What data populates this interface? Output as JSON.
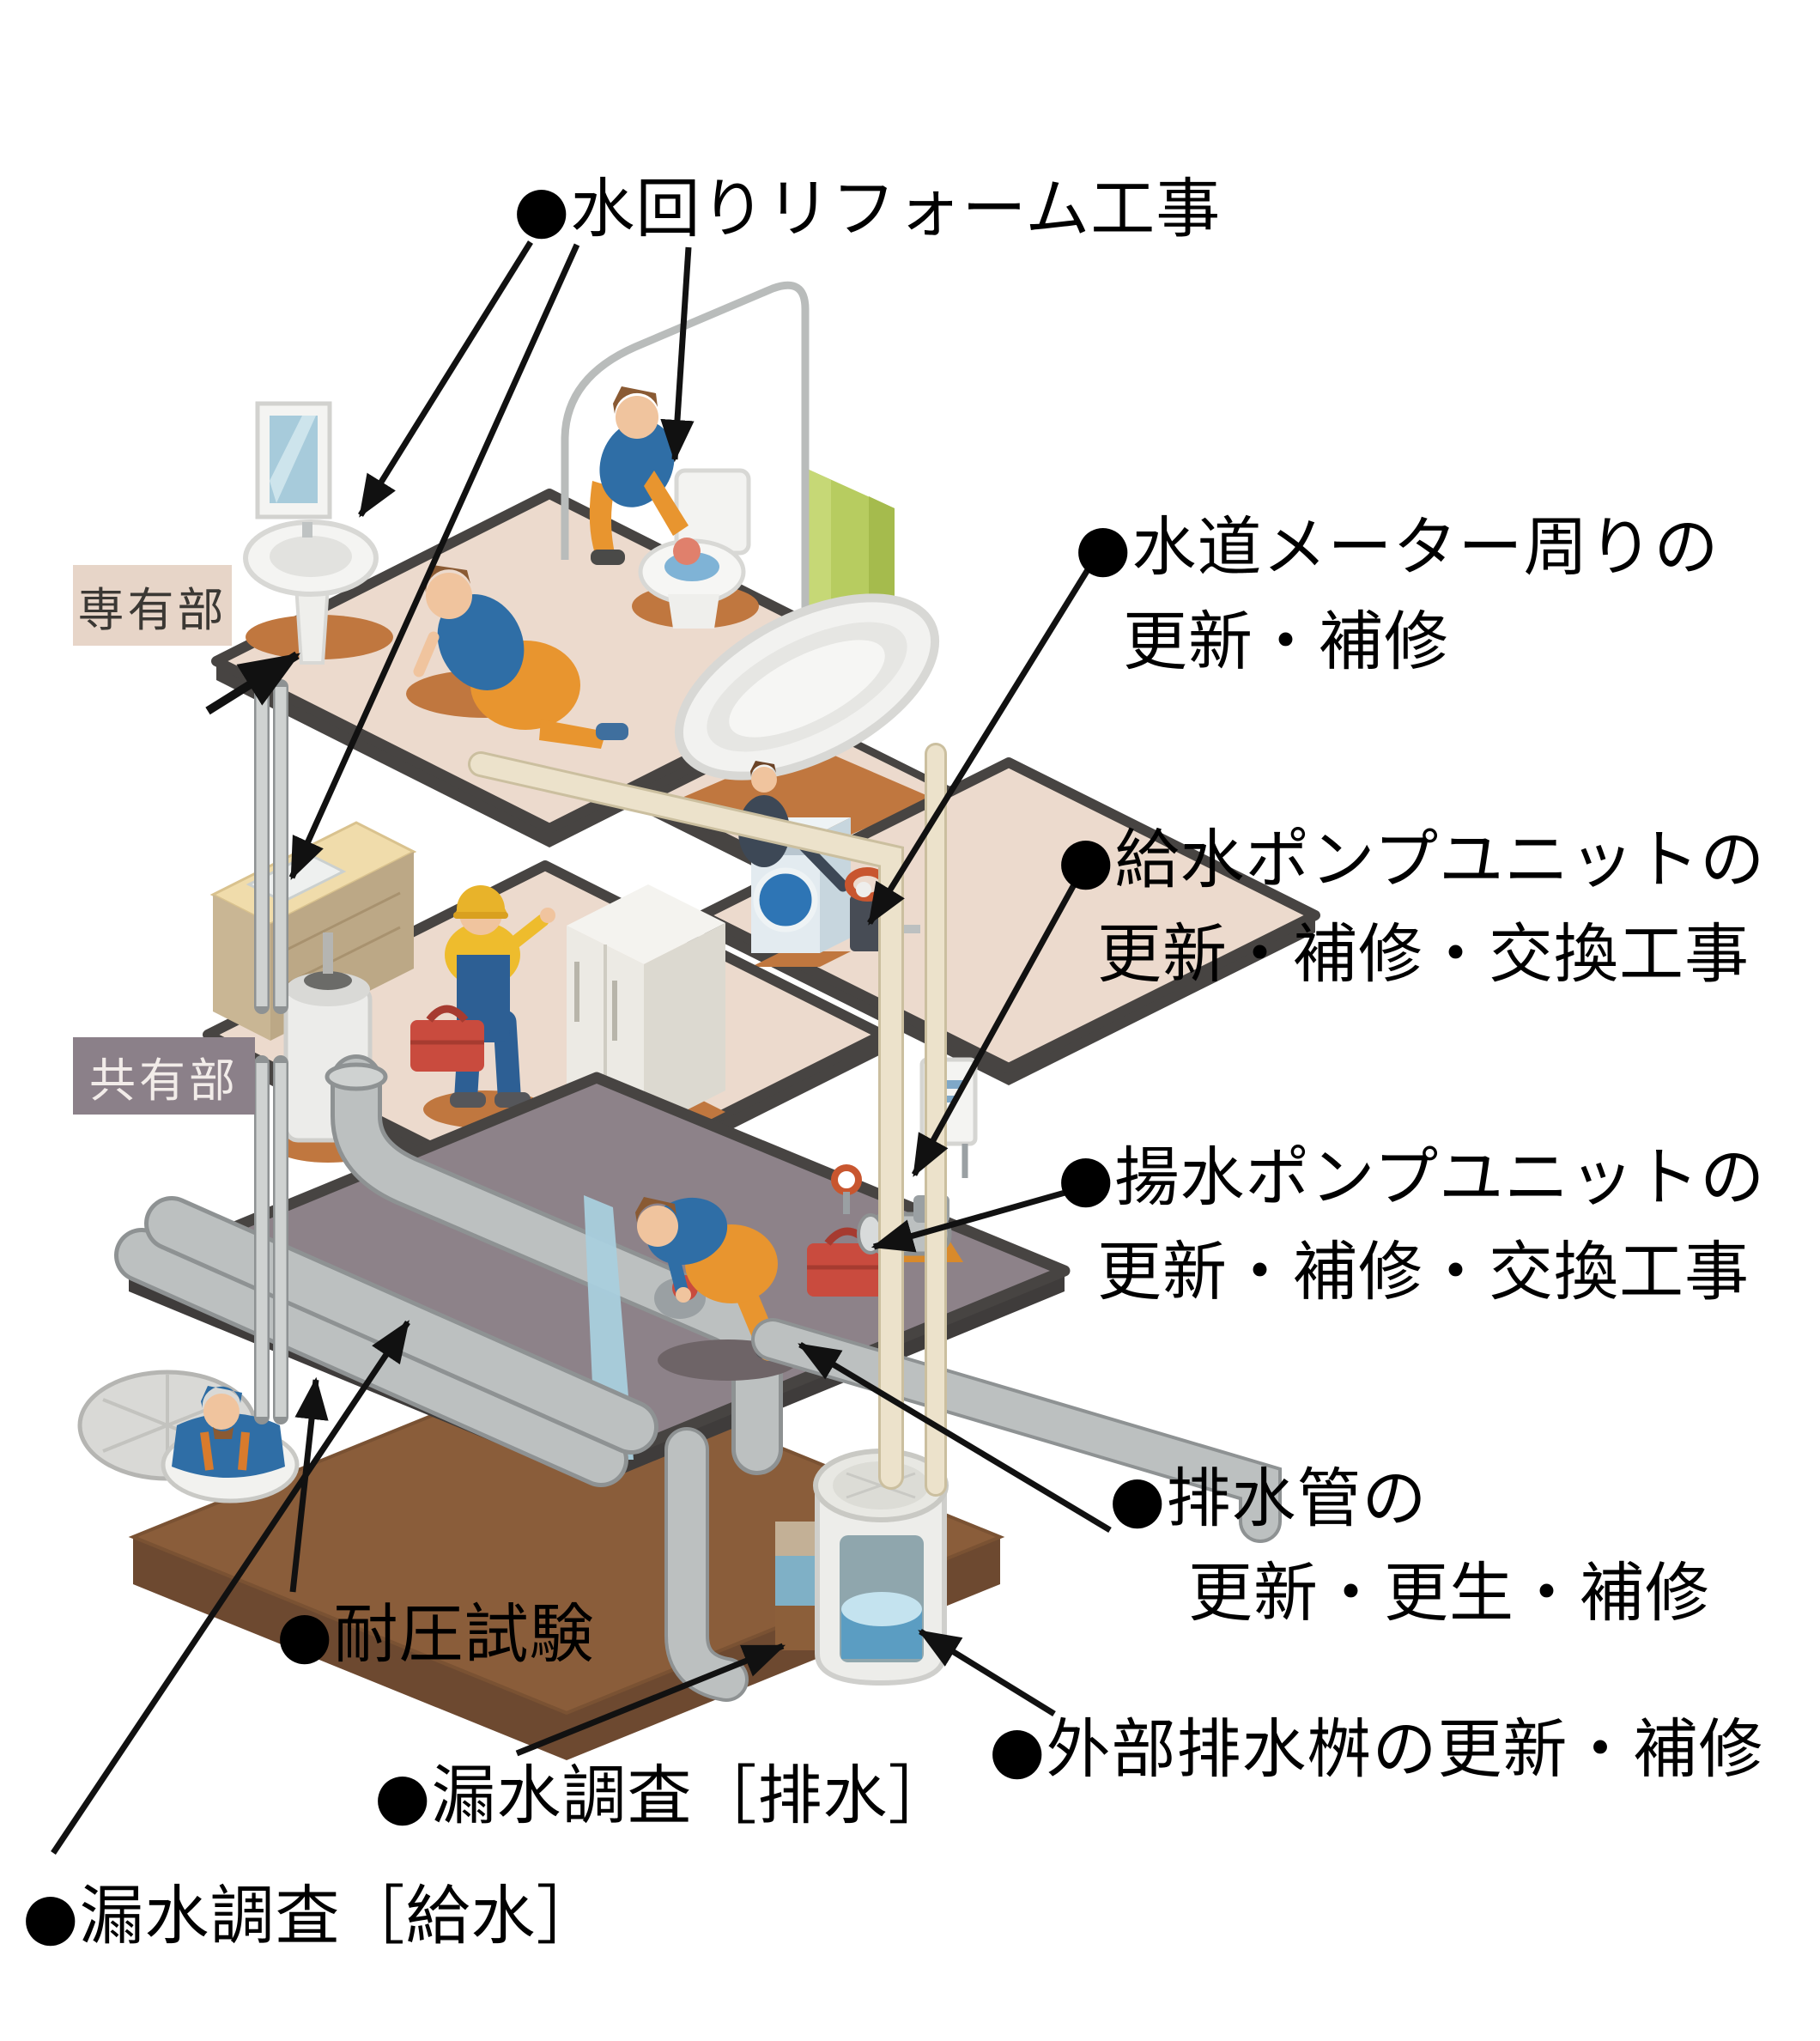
{
  "labels": {
    "reform": {
      "text": "●水回りリフォーム工事"
    },
    "water_meter": {
      "line1": "●水道メーター周りの",
      "line2": "更新・補修"
    },
    "supply_pump": {
      "line1": "●給水ポンプユニットの",
      "line2": "更新・補修・交換工事"
    },
    "lift_pump": {
      "line1": "●揚水ポンプユニットの",
      "line2": "更新・補修・交換工事"
    },
    "drain_pipe": {
      "line1": "●排水管の",
      "line2": "更新・更生・補修"
    },
    "outer_basin": {
      "text": "●外部排水桝の更新・補修"
    },
    "leak_survey_drain": {
      "text": "●漏水調査［排水］"
    },
    "leak_survey_supply": {
      "text": "●漏水調査［給水］"
    },
    "pressure_test": {
      "text": "●耐圧試験"
    },
    "private_area_badge": {
      "text": "専有部"
    },
    "common_area_badge": {
      "text": "共有部"
    }
  },
  "colors": {
    "labelColor": "#000000",
    "privateBadgeBg": "#e7d5c8",
    "privateBadgeText": "#3b3834",
    "commonBadgeBg": "#8b8089",
    "commonBadgeText": "#f2ece9",
    "floor": "#ecdacd",
    "slabEdge": "#474442",
    "commonFloor": "#8d8289",
    "soil": "#8a5d3a",
    "soilSide": "#6d4930",
    "accentOrange": "#c0773f",
    "workerOrange": "#e8952f",
    "workerBlue": "#2f6ea6",
    "pipeGray": "#bcc0c0",
    "pipeCream": "#ece2cb",
    "water": "#a9cfdd",
    "curtainGreen": "#b7cc60",
    "toolboxRed": "#c94b3e"
  }
}
